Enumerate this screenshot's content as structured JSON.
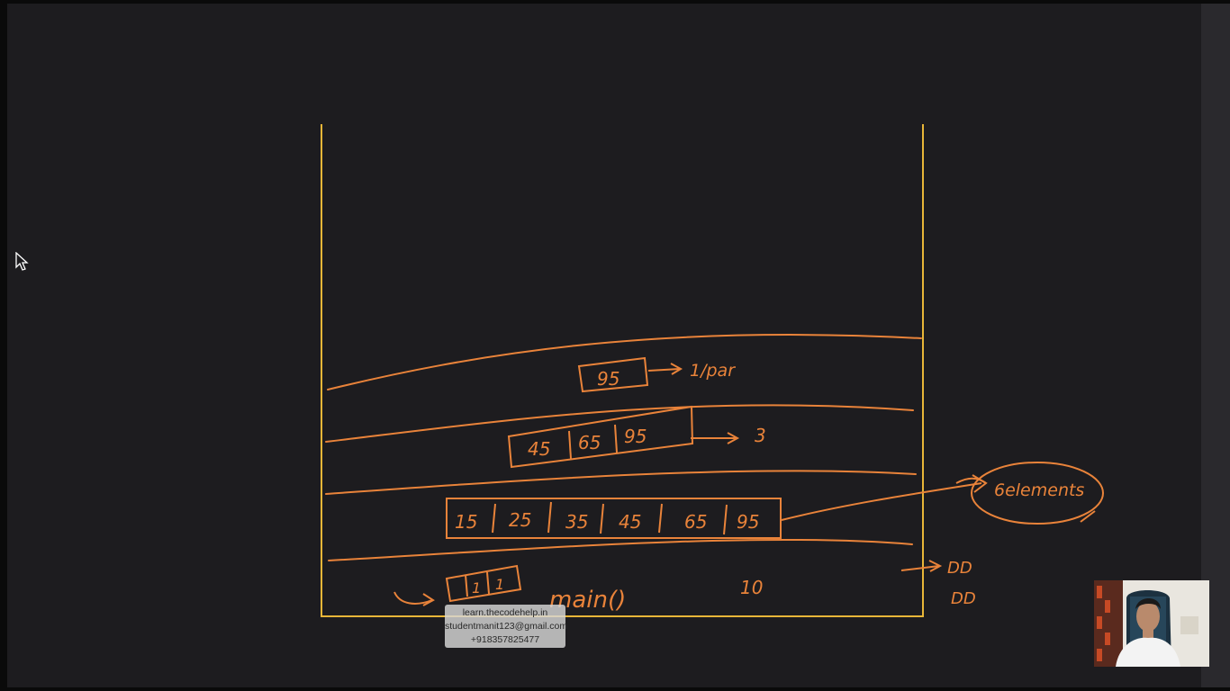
{
  "whiteboard": {
    "stack_frames": [
      {
        "cells": [
          "95"
        ],
        "note": "1/par"
      },
      {
        "cells": [
          "45",
          "65",
          "95"
        ],
        "note": "3"
      },
      {
        "cells": [
          "15",
          "25",
          "35",
          "45",
          "65",
          "95"
        ],
        "note": "6elements"
      },
      {
        "cells": [
          "1",
          "1"
        ],
        "note": "main()"
      }
    ],
    "side_label": "10",
    "marks": "DD"
  },
  "watermark": {
    "line1": "learn.thecodehelp.in",
    "line2": "studentmanit123@gmail.com",
    "line3": "+918357825477"
  },
  "colors": {
    "stroke_orange": "#e9833a",
    "container_yellow": "#e8b638",
    "board_bg": "#1d1c1f"
  },
  "icons": {
    "cursor": "mouse-pointer-icon"
  }
}
